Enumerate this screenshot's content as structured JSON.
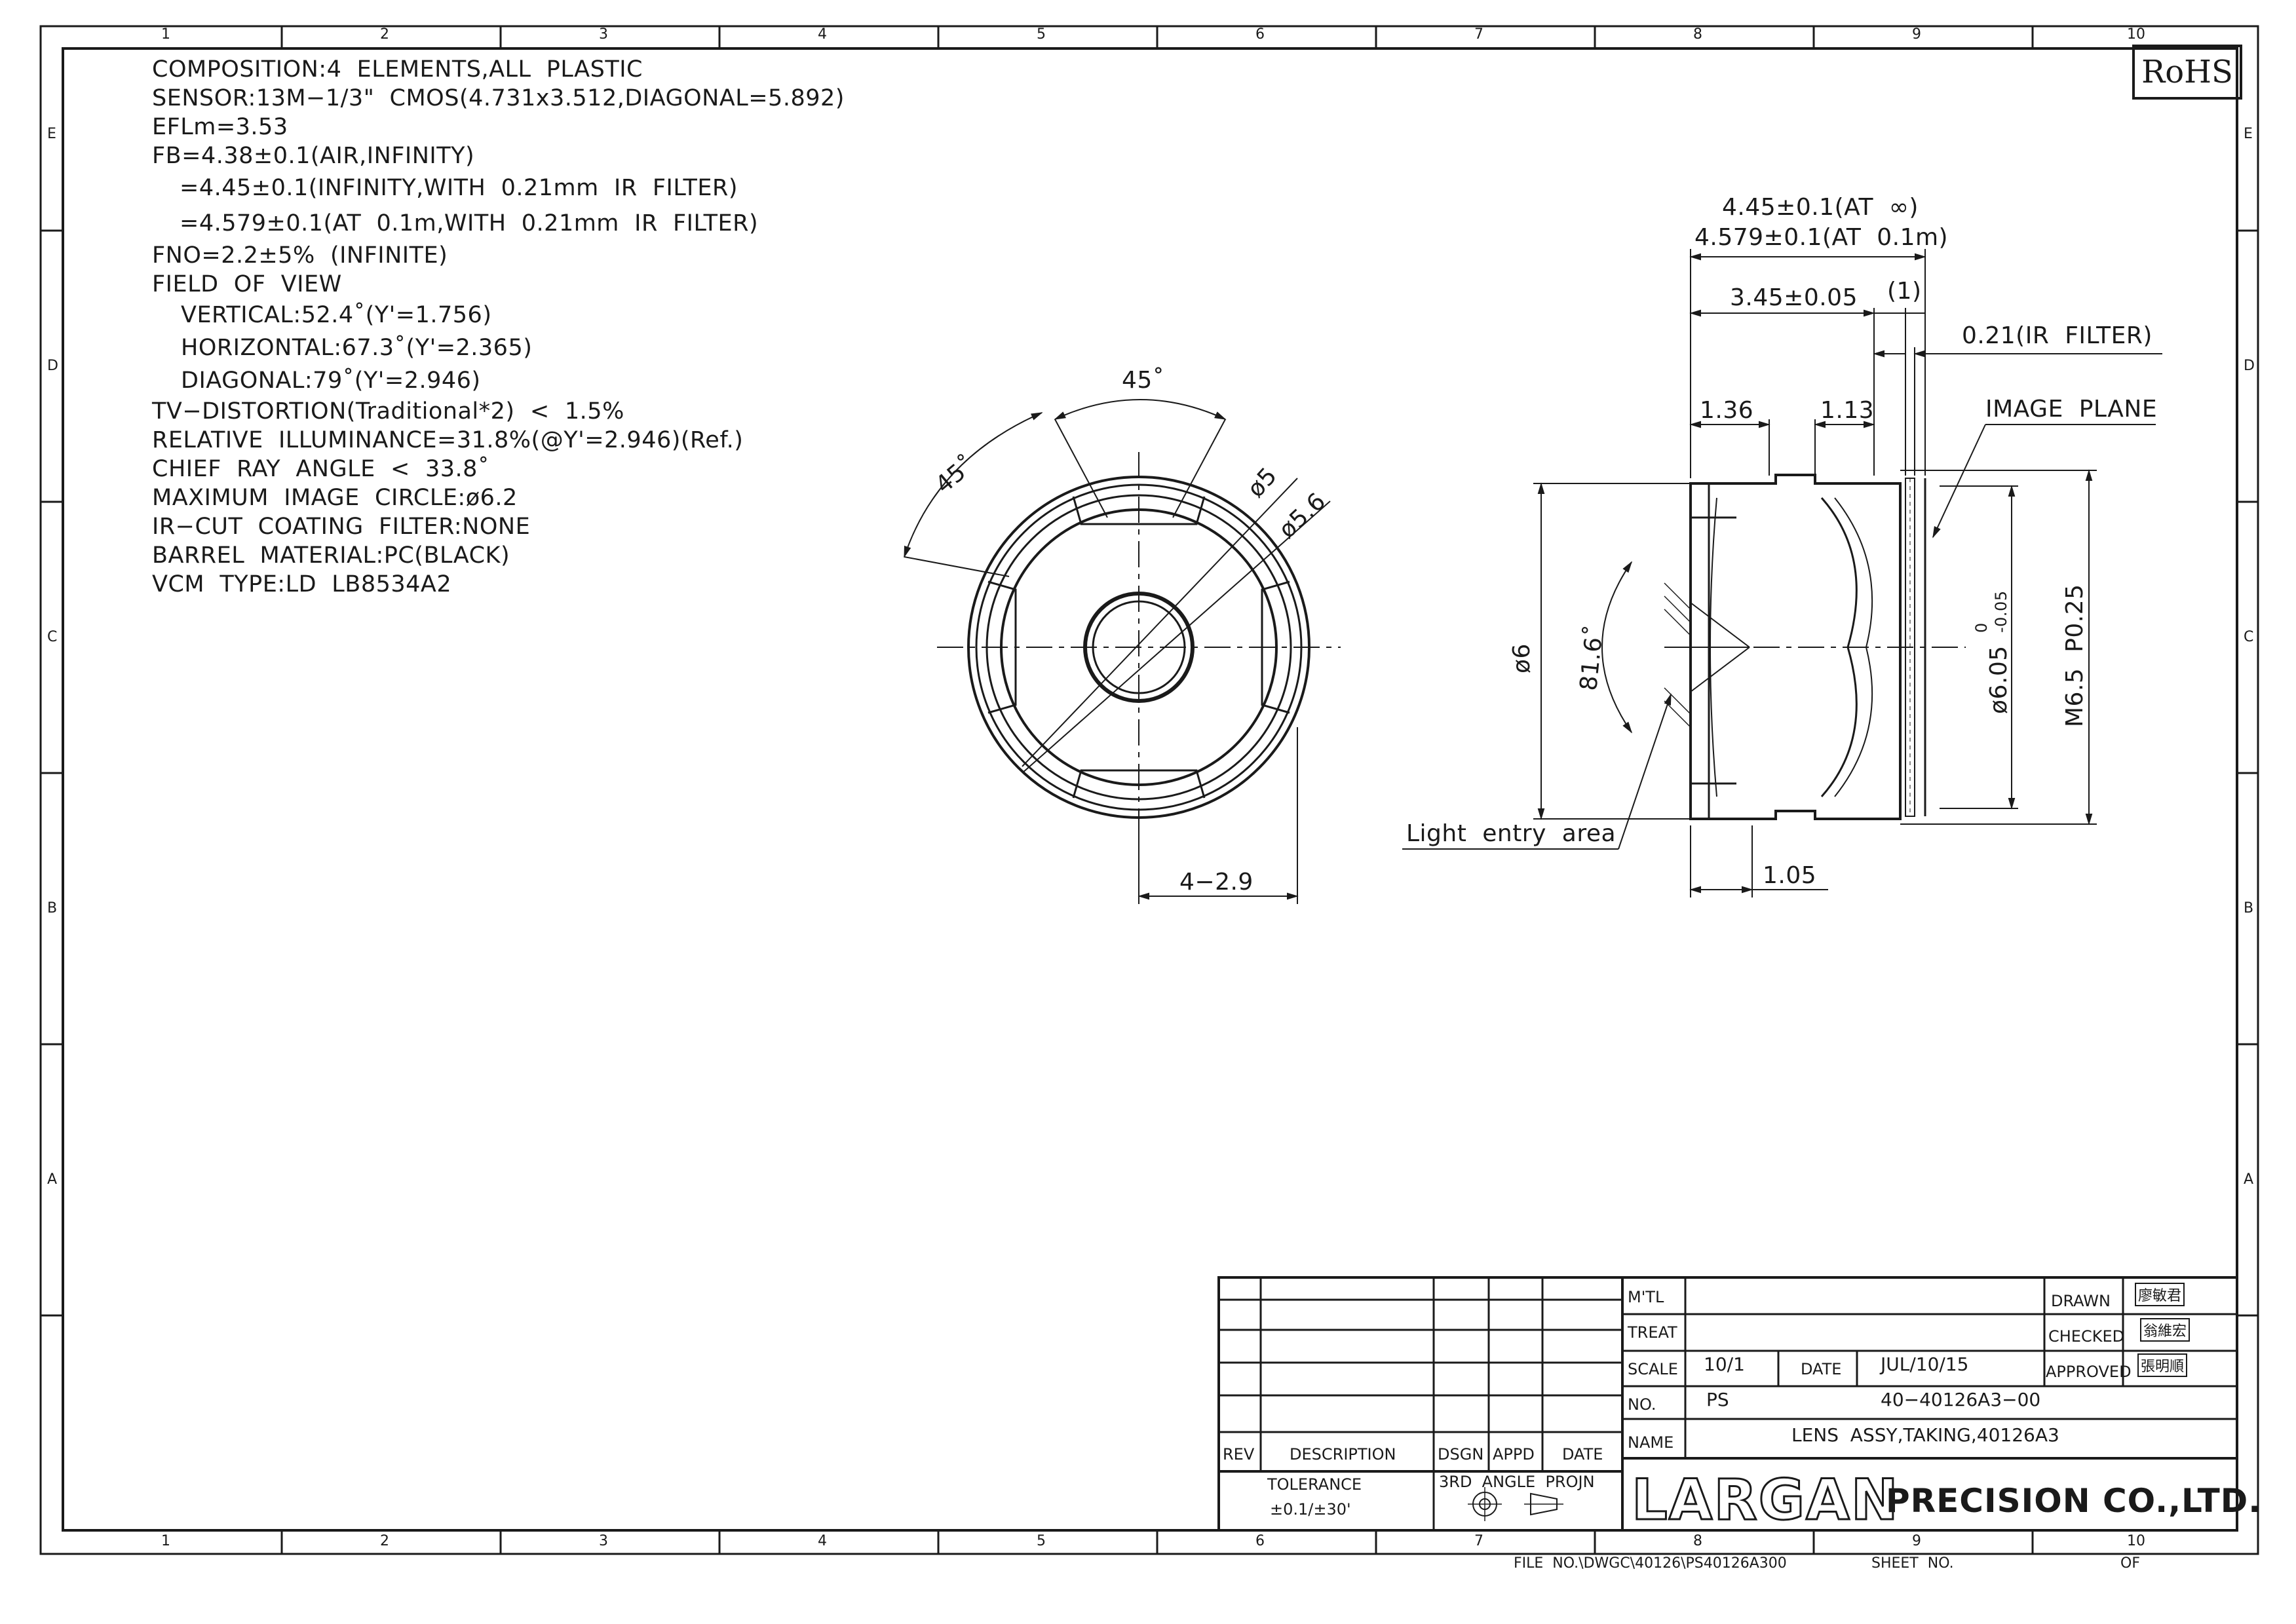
{
  "spec": {
    "composition": "COMPOSITION:4  ELEMENTS,ALL  PLASTIC",
    "sensor": "SENSOR:13M−1/3\"  CMOS(4.731x3.512,DIAGONAL=5.892)",
    "eflm": "EFLm=3.53",
    "fb1": "FB=4.38±0.1(AIR,INFINITY)",
    "fb2": "=4.45±0.1(INFINITY,WITH  0.21mm  IR  FILTER)",
    "fb3": "=4.579±0.1(AT  0.1m,WITH  0.21mm  IR  FILTER)",
    "fno": "FNO=2.2±5%  (INFINITE)",
    "fov": "FIELD  OF  VIEW",
    "vertical": "VERTICAL:52.4˚(Y'=1.756)",
    "horizontal": "HORIZONTAL:67.3˚(Y'=2.365)",
    "diagonal": "DIAGONAL:79˚(Y'=2.946)",
    "tv": "TV−DISTORTION(Traditional*2)  <  1.5%",
    "ri": "RELATIVE  ILLUMINANCE=31.8%(@Y'=2.946)(Ref.)",
    "cra": "CHIEF  RAY  ANGLE  <  33.8˚",
    "mic": "MAXIMUM  IMAGE  CIRCLE:ø6.2",
    "ircut": "IR−CUT  COATING  FILTER:NONE",
    "barrel": "BARREL  MATERIAL:PC(BLACK)",
    "vcm": "VCM  TYPE:LD  LB8534A2"
  },
  "rohs": "RoHS",
  "front_view": {
    "angle_top": "45˚",
    "angle_left": "45˚",
    "dia_inner": "ø5",
    "dia_outer": "ø5.6",
    "slot": "4−2.9"
  },
  "side_view": {
    "dim_inf": "4.45±0.1(AT  ∞)",
    "dim_01m": "4.579±0.1(AT  0.1m)",
    "dim_345": "3.45±0.05",
    "dim_1": "(1)",
    "ir_filter": "0.21(IR  FILTER)",
    "dim_136": "1.36",
    "dim_113": "1.13",
    "image_plane": "IMAGE  PLANE",
    "dia6": "ø6",
    "angle816": "81.6˚",
    "dia605": "ø6.05",
    "tol_up": "0",
    "tol_dn": "-0.05",
    "thread": "M6.5  P0.25",
    "light_entry": "Light  entry  area",
    "dim_105": "1.05"
  },
  "zones": {
    "cols": [
      "1",
      "2",
      "3",
      "4",
      "5",
      "6",
      "7",
      "8",
      "9",
      "10"
    ],
    "rows": [
      "E",
      "D",
      "C",
      "B",
      "A"
    ]
  },
  "title_block": {
    "mtl": "M'TL",
    "treat": "TREAT",
    "scale": "SCALE",
    "scale_val": "10/1",
    "date": "DATE",
    "date_val": "JUL/10/15",
    "no": "NO.",
    "no_prefix": "PS",
    "no_val": "40−40126A3−00",
    "name": "NAME",
    "name_val": "LENS  ASSY,TAKING,40126A3",
    "drawn": "DRAWN",
    "checked": "CHECKED",
    "approved": "APPROVED",
    "drawn_sig": "廖敏君",
    "checked_sig": "翁維宏",
    "approved_sig": "張明順",
    "rev": "REV",
    "description": "DESCRIPTION",
    "dsgn": "DSGN",
    "appd": "APPD",
    "date_col": "DATE",
    "tolerance": "TOLERANCE",
    "tolerance_val": "±0.1/±30'",
    "projection": "3RD  ANGLE  PROJN",
    "logo": "LARGAN",
    "logo_sub": "PRECISION CO.,LTD."
  },
  "footer": {
    "file_no": "FILE  NO.\\DWGC\\40126\\PS40126A300",
    "sheet_no": "SHEET  NO.",
    "of": "OF"
  }
}
